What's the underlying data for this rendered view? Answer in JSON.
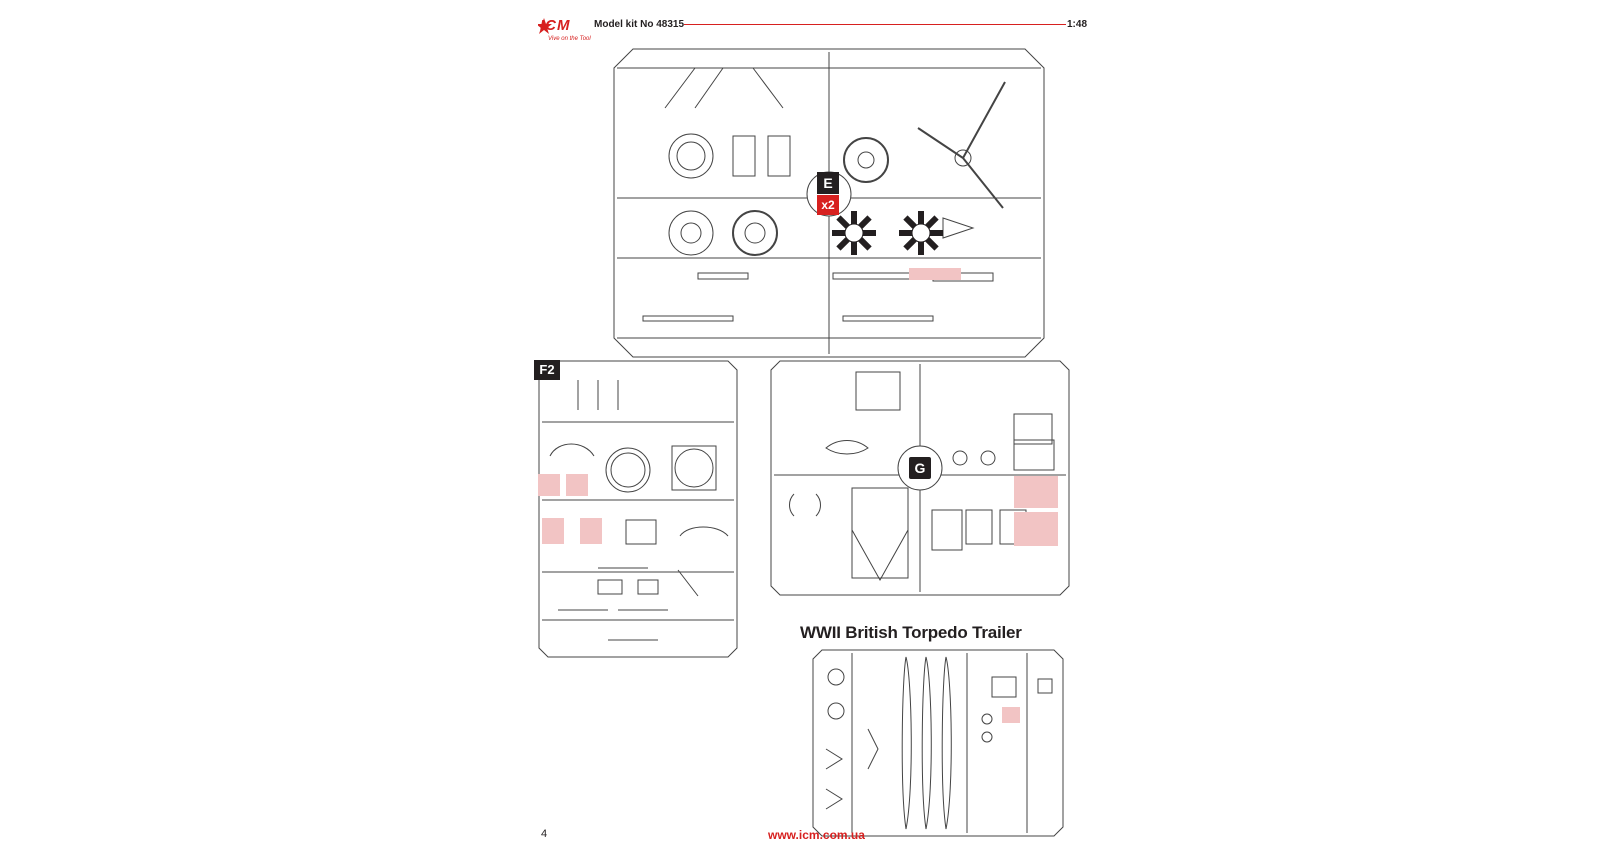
{
  "header": {
    "logo_text": "ICM",
    "logo_slogan": "Vive on the Tool",
    "kit_label": "Model kit No 48315",
    "scale": "1:48",
    "accent_color": "#d7201f"
  },
  "sprues": {
    "e": {
      "letter": "E",
      "multiplier": "x2"
    },
    "f2": {
      "letter": "F2"
    },
    "g": {
      "letter": "G"
    }
  },
  "trailer": {
    "title": "WWII British Torpedo Trailer"
  },
  "footer": {
    "page_number": "4",
    "url": "www.icm.com.ua"
  },
  "highlight_color": "#f2c4c4"
}
